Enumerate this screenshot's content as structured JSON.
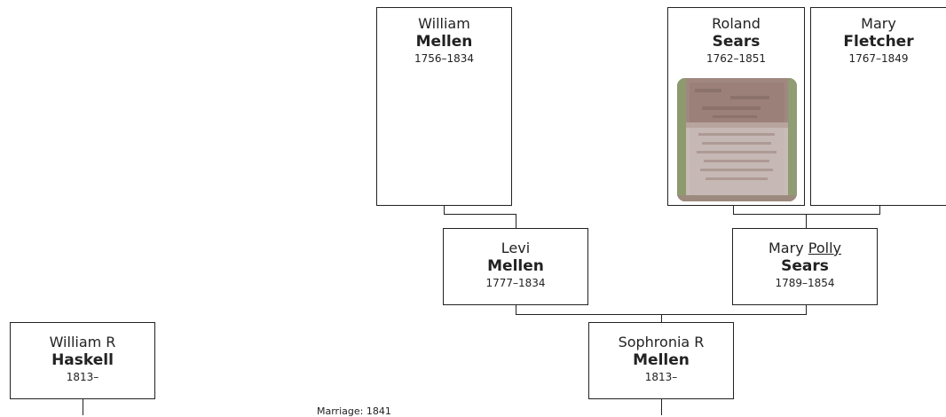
{
  "people": {
    "william_mellen": {
      "given": "William",
      "surname": "Mellen",
      "years": "1756–1834"
    },
    "roland_sears": {
      "given": "Roland",
      "surname": "Sears",
      "years": "1762–1851",
      "photo": "headstone-photo"
    },
    "mary_fletcher": {
      "given": "Mary",
      "surname": "Fletcher",
      "years": "1767–1849"
    },
    "levi_mellen": {
      "given": "Levi",
      "surname": "Mellen",
      "years": "1777–1834"
    },
    "mary_polly_sears": {
      "given": "Mary",
      "nickname": "Polly",
      "surname": "Sears",
      "years": "1789–1854"
    },
    "sophronia_mellen": {
      "given": "Sophronia R",
      "surname": "Mellen",
      "years": "1813–"
    },
    "william_haskell": {
      "given": "William R",
      "surname": "Haskell",
      "years": "1813–"
    }
  },
  "marriage": {
    "label": "Marriage: 1841"
  },
  "colors": {
    "border": "#222222",
    "background": "#ffffff"
  }
}
